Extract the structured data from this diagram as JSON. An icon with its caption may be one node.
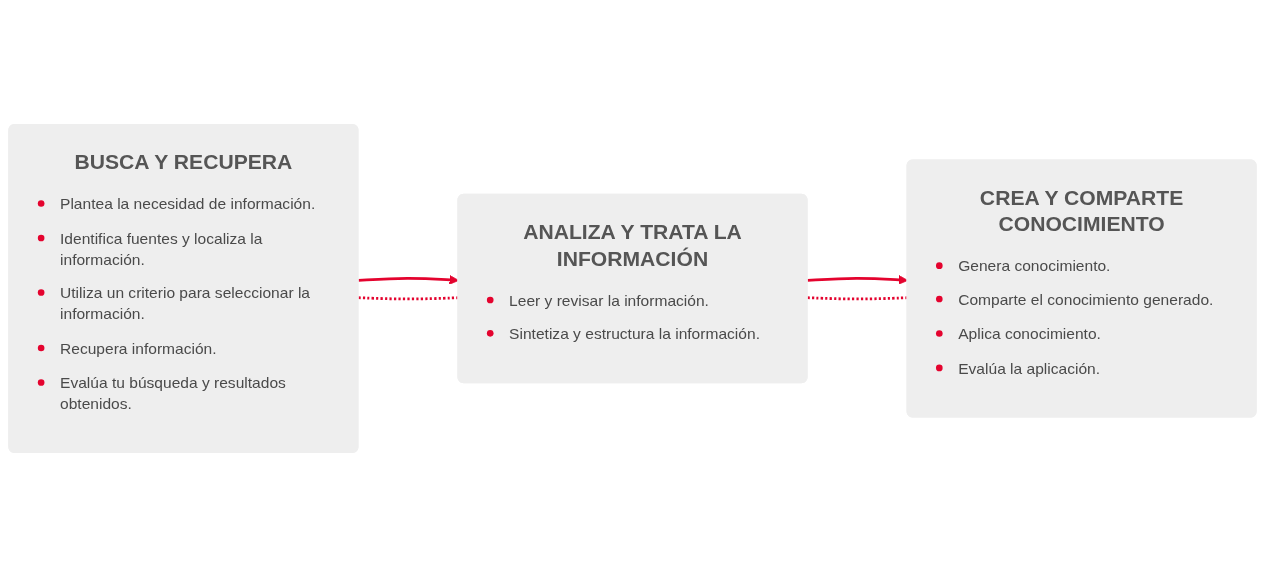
{
  "diagram": {
    "nodes": [
      {
        "text": [
          "BUSCA Y RECUPERA",
          "Plantea la necesidad de información.",
          "Identifica fuentes y localiza la información.",
          "Utiliza un criterio para seleccionar la información.",
          "Recupera información.",
          "Evalúa tu búsqueda y resultados obtenidos."
        ]
      },
      {
        "text": [
          "ANALIZA Y TRATA LA INFORMACIÓN",
          "Leer y revisar la información.",
          "Sintetiza y estructura la información."
        ]
      },
      {
        "text": [
          "CREA Y COMPARTE CONOCIMIENTO",
          "Genera conocimiento.",
          "Comparte el conocimiento generado.",
          "Aplica conocimiento.",
          "Evalúa la aplicación."
        ]
      }
    ],
    "edges": [
      {
        "from": 0,
        "to": 1,
        "arrow": "to"
      },
      {
        "from": 1,
        "to": 2,
        "arrow": "to"
      },
      {
        "from": 0,
        "to": 1,
        "arrow": "none",
        "style": "dashed"
      },
      {
        "from": 1,
        "to": 2,
        "arrow": "none",
        "style": "dashed"
      }
    ]
  }
}
